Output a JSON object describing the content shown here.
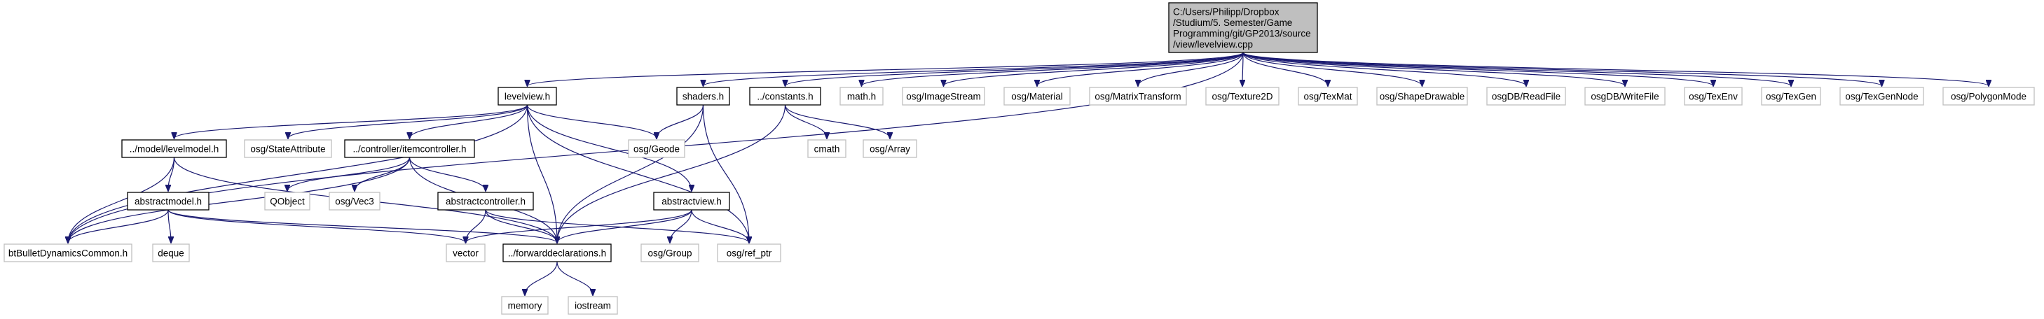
{
  "diagram": {
    "type": "include-dependency-graph",
    "colors": {
      "edge": "#191970",
      "main_fill": "#bfbfbf",
      "documented_border": "#000000",
      "external_border": "#bfbfbf"
    },
    "nodes": [
      {
        "id": "levelview_cpp",
        "kind": "main",
        "lines": [
          "C:/Users/Philipp/Dropbox",
          "/Studium/5. Semester/Game",
          " Programming/git/GP2013/source",
          "/view/levelview.cpp"
        ]
      },
      {
        "id": "levelview_h",
        "kind": "documented",
        "lines": [
          "levelview.h"
        ]
      },
      {
        "id": "shaders_h",
        "kind": "documented",
        "lines": [
          "shaders.h"
        ]
      },
      {
        "id": "constants_h",
        "kind": "documented",
        "lines": [
          "../constants.h"
        ]
      },
      {
        "id": "math_h",
        "kind": "external",
        "lines": [
          "math.h"
        ]
      },
      {
        "id": "osg_ImageStream",
        "kind": "external",
        "lines": [
          "osg/ImageStream"
        ]
      },
      {
        "id": "osg_Material",
        "kind": "external",
        "lines": [
          "osg/Material"
        ]
      },
      {
        "id": "osg_MatrixTransform",
        "kind": "external",
        "lines": [
          "osg/MatrixTransform"
        ]
      },
      {
        "id": "osg_Texture2D",
        "kind": "external",
        "lines": [
          "osg/Texture2D"
        ]
      },
      {
        "id": "osg_TexMat",
        "kind": "external",
        "lines": [
          "osg/TexMat"
        ]
      },
      {
        "id": "osg_ShapeDrawable",
        "kind": "external",
        "lines": [
          "osg/ShapeDrawable"
        ]
      },
      {
        "id": "osgDB_ReadFile",
        "kind": "external",
        "lines": [
          "osgDB/ReadFile"
        ]
      },
      {
        "id": "osgDB_WriteFile",
        "kind": "external",
        "lines": [
          "osgDB/WriteFile"
        ]
      },
      {
        "id": "osg_TexEnv",
        "kind": "external",
        "lines": [
          "osg/TexEnv"
        ]
      },
      {
        "id": "osg_TexGen",
        "kind": "external",
        "lines": [
          "osg/TexGen"
        ]
      },
      {
        "id": "osg_TexGenNode",
        "kind": "external",
        "lines": [
          "osg/TexGenNode"
        ]
      },
      {
        "id": "osg_PolygonMode",
        "kind": "external",
        "lines": [
          "osg/PolygonMode"
        ]
      },
      {
        "id": "levelmodel_h",
        "kind": "documented",
        "lines": [
          "../model/levelmodel.h"
        ]
      },
      {
        "id": "osg_StateAttribute",
        "kind": "external",
        "lines": [
          "osg/StateAttribute"
        ]
      },
      {
        "id": "itemcontroller_h",
        "kind": "documented",
        "lines": [
          "../controller/itemcontroller.h"
        ]
      },
      {
        "id": "osg_Geode",
        "kind": "external",
        "lines": [
          "osg/Geode"
        ]
      },
      {
        "id": "cmath",
        "kind": "external",
        "lines": [
          "cmath"
        ]
      },
      {
        "id": "osg_Array",
        "kind": "external",
        "lines": [
          "osg/Array"
        ]
      },
      {
        "id": "abstractmodel_h",
        "kind": "documented",
        "lines": [
          "abstractmodel.h"
        ]
      },
      {
        "id": "QObject",
        "kind": "external",
        "lines": [
          "QObject"
        ]
      },
      {
        "id": "osg_Vec3",
        "kind": "external",
        "lines": [
          "osg/Vec3"
        ]
      },
      {
        "id": "abstractcontroller_h",
        "kind": "documented",
        "lines": [
          "abstractcontroller.h"
        ]
      },
      {
        "id": "abstractview_h",
        "kind": "documented",
        "lines": [
          "abstractview.h"
        ]
      },
      {
        "id": "btBullet",
        "kind": "external",
        "lines": [
          "btBulletDynamicsCommon.h"
        ]
      },
      {
        "id": "deque",
        "kind": "external",
        "lines": [
          "deque"
        ]
      },
      {
        "id": "vector",
        "kind": "external",
        "lines": [
          "vector"
        ]
      },
      {
        "id": "forwarddeclarations_h",
        "kind": "documented",
        "lines": [
          "../forwarddeclarations.h"
        ]
      },
      {
        "id": "osg_Group",
        "kind": "external",
        "lines": [
          "osg/Group"
        ]
      },
      {
        "id": "osg_ref_ptr",
        "kind": "external",
        "lines": [
          "osg/ref_ptr"
        ]
      },
      {
        "id": "memory",
        "kind": "external",
        "lines": [
          "memory"
        ]
      },
      {
        "id": "iostream",
        "kind": "external",
        "lines": [
          "iostream"
        ]
      }
    ],
    "edges": [
      [
        "levelview_cpp",
        "levelview_h"
      ],
      [
        "levelview_cpp",
        "shaders_h"
      ],
      [
        "levelview_cpp",
        "constants_h"
      ],
      [
        "levelview_cpp",
        "math_h"
      ],
      [
        "levelview_cpp",
        "osg_ImageStream"
      ],
      [
        "levelview_cpp",
        "osg_Material"
      ],
      [
        "levelview_cpp",
        "osg_MatrixTransform"
      ],
      [
        "levelview_cpp",
        "osg_Texture2D"
      ],
      [
        "levelview_cpp",
        "osg_TexMat"
      ],
      [
        "levelview_cpp",
        "osg_ShapeDrawable"
      ],
      [
        "levelview_cpp",
        "osgDB_ReadFile"
      ],
      [
        "levelview_cpp",
        "osgDB_WriteFile"
      ],
      [
        "levelview_cpp",
        "osg_TexEnv"
      ],
      [
        "levelview_cpp",
        "osg_TexGen"
      ],
      [
        "levelview_cpp",
        "osg_TexGenNode"
      ],
      [
        "levelview_cpp",
        "osg_PolygonMode"
      ],
      [
        "levelview_cpp",
        "btBullet"
      ],
      [
        "levelview_h",
        "levelmodel_h"
      ],
      [
        "levelview_h",
        "osg_StateAttribute"
      ],
      [
        "levelview_h",
        "itemcontroller_h"
      ],
      [
        "levelview_h",
        "osg_Geode"
      ],
      [
        "levelview_h",
        "abstractview_h"
      ],
      [
        "levelview_h",
        "forwarddeclarations_h"
      ],
      [
        "levelview_h",
        "osg_ref_ptr"
      ],
      [
        "levelview_h",
        "btBullet"
      ],
      [
        "shaders_h",
        "osg_Geode"
      ],
      [
        "shaders_h",
        "forwarddeclarations_h"
      ],
      [
        "shaders_h",
        "osg_ref_ptr"
      ],
      [
        "constants_h",
        "cmath"
      ],
      [
        "constants_h",
        "osg_Array"
      ],
      [
        "constants_h",
        "forwarddeclarations_h"
      ],
      [
        "levelmodel_h",
        "abstractmodel_h"
      ],
      [
        "levelmodel_h",
        "btBullet"
      ],
      [
        "levelmodel_h",
        "forwarddeclarations_h"
      ],
      [
        "itemcontroller_h",
        "QObject"
      ],
      [
        "itemcontroller_h",
        "osg_Vec3"
      ],
      [
        "itemcontroller_h",
        "abstractcontroller_h"
      ],
      [
        "itemcontroller_h",
        "forwarddeclarations_h"
      ],
      [
        "itemcontroller_h",
        "btBullet"
      ],
      [
        "abstractmodel_h",
        "btBullet"
      ],
      [
        "abstractmodel_h",
        "deque"
      ],
      [
        "abstractmodel_h",
        "vector"
      ],
      [
        "abstractmodel_h",
        "forwarddeclarations_h"
      ],
      [
        "abstractcontroller_h",
        "vector"
      ],
      [
        "abstractcontroller_h",
        "forwarddeclarations_h"
      ],
      [
        "abstractcontroller_h",
        "osg_ref_ptr"
      ],
      [
        "abstractview_h",
        "vector"
      ],
      [
        "abstractview_h",
        "forwarddeclarations_h"
      ],
      [
        "abstractview_h",
        "osg_Group"
      ],
      [
        "abstractview_h",
        "osg_ref_ptr"
      ],
      [
        "forwarddeclarations_h",
        "memory"
      ],
      [
        "forwarddeclarations_h",
        "iostream"
      ]
    ]
  }
}
